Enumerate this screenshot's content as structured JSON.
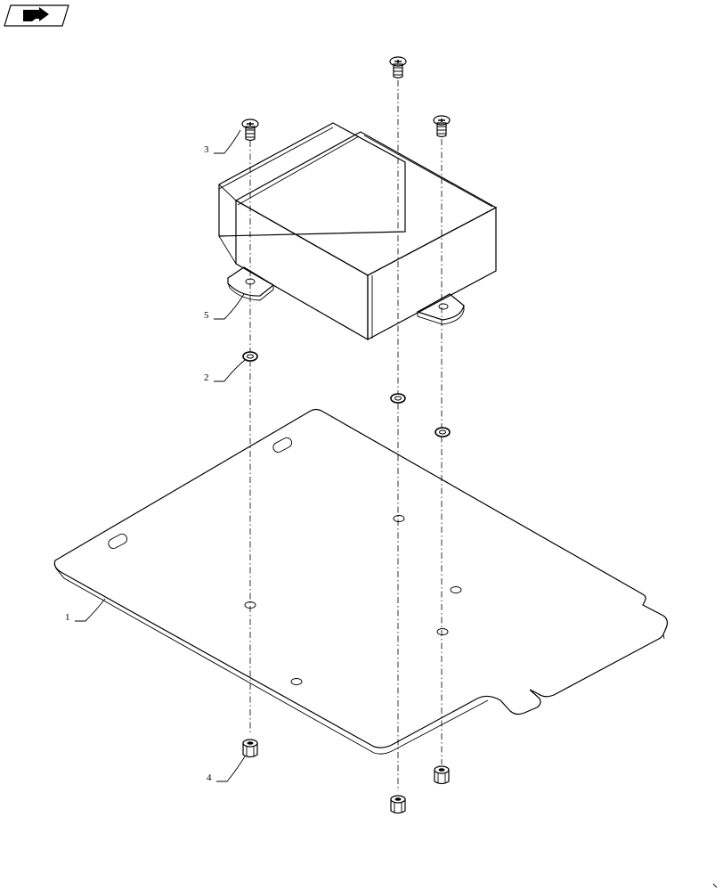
{
  "nav_icon": "next-page-arrow-icon",
  "callouts": {
    "plate": "1",
    "lock_washer": "2",
    "screw": "3",
    "nut": "4",
    "module_foot": "5"
  }
}
